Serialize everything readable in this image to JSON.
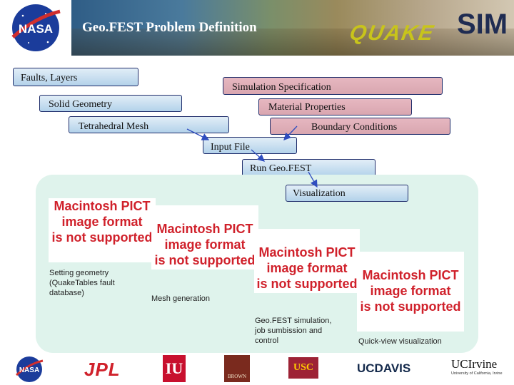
{
  "header": {
    "title": "Geo.FEST Problem Definition",
    "nasa_logo": "NASA",
    "quakesim_logo_part1": "QUAKE",
    "quakesim_logo_part2": "SIM"
  },
  "diagram": {
    "boxes": [
      {
        "id": "faults",
        "label": "Faults, Layers"
      },
      {
        "id": "sim_spec",
        "label": "Simulation Specification"
      },
      {
        "id": "solid",
        "label": "Solid Geometry"
      },
      {
        "id": "material",
        "label": "Material Properties"
      },
      {
        "id": "tetra",
        "label": "Tetrahedral Mesh"
      },
      {
        "id": "boundary",
        "label": "Boundary Conditions"
      },
      {
        "id": "input",
        "label": "Input File"
      },
      {
        "id": "run",
        "label": "Run Geo.FEST"
      },
      {
        "id": "vis",
        "label": "Visualization"
      }
    ],
    "arrows": [
      {
        "from": "tetra",
        "to": "input"
      },
      {
        "from": "boundary",
        "to": "input"
      },
      {
        "from": "input",
        "to": "run"
      },
      {
        "from": "run",
        "to": "vis"
      }
    ]
  },
  "panel": {
    "unsupported_lines": [
      "Macintosh PICT",
      "image format",
      "is not supported"
    ],
    "captions": [
      {
        "id": "setting",
        "lines": [
          "Setting geometry",
          "(QuakeTables fault",
          "database)"
        ]
      },
      {
        "id": "mesh",
        "lines": [
          "Mesh generation"
        ]
      },
      {
        "id": "geofest",
        "lines": [
          "Geo.FEST simulation,",
          "job sumbission and",
          "control"
        ]
      },
      {
        "id": "quickview",
        "lines": [
          "Quick-view visualization"
        ]
      }
    ]
  },
  "footer": {
    "logos": [
      "NASA",
      "JPL",
      "IU",
      "BROWN",
      "USC",
      "UCDAVIS",
      "UCIrvine"
    ],
    "ucirvine_sub": "University of California, Irvine"
  },
  "colors": {
    "header_bg": "#153a8c",
    "box_blue": "#c6def0",
    "box_pink": "#dcaab4",
    "panel_bg": "#dff3ec",
    "arrow": "#2f4dbf",
    "pict_text": "#d0212b"
  }
}
